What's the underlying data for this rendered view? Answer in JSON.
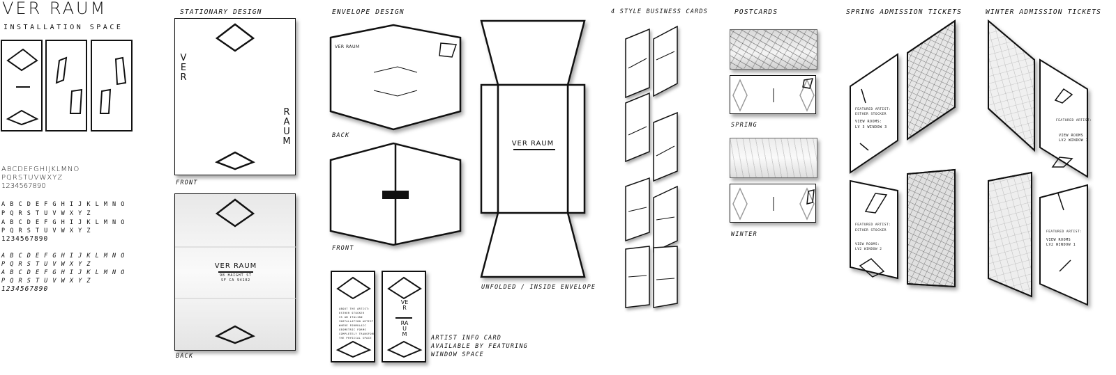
{
  "brand": {
    "title": "VER RAUM",
    "subtitle": "INSTALLATION SPACE"
  },
  "typography": {
    "display_line1": "ABCDEFGHIJKLMNO",
    "display_line2": "PQRSTUVWXYZ",
    "display_line3": "1234567890",
    "mono_line1": "A B C D E F G H I J K L M N O",
    "mono_line2": "P Q R S T U V W X Y Z",
    "mono_line3": "A B C D E F G H I J K L M N O",
    "mono_line4": "P Q R S T U V W X Y Z",
    "mono_line5": "1234567890",
    "italic_line1": "A B C D E F G H I J K L M N O",
    "italic_line2": "P Q R S T U V W X Y Z",
    "italic_line3": "A B C D E F G H I J K L M N O",
    "italic_line4": "P Q R S T U V W X Y Z",
    "italic_line5": "1234567890"
  },
  "sections": {
    "stationary": "STATIONARY DESIGN",
    "envelope": "ENVELOPE DESIGN",
    "business_cards": "4 STYLE BUSINESS CARDS",
    "postcards": "POSTCARDS",
    "spring_tickets": "SPRING ADMISSION TICKETS",
    "winter_tickets": "WINTER ADMISSION TICKETS"
  },
  "captions": {
    "front": "FRONT",
    "back": "BACK",
    "env_back": "BACK",
    "env_front": "FRONT",
    "unfolded": "UNFOLDED / INSIDE ENVELOPE",
    "artist_card_line1": "ARTIST INFO CARD",
    "artist_card_line2": "AVAILABLE BY FEATURING",
    "artist_card_line3": "WINDOW SPACE",
    "spring": "SPRING",
    "winter": "WINTER"
  },
  "stationary": {
    "front_word1": "VER",
    "front_word2": "RAUM",
    "back_title": "VER RAUM",
    "back_addr1": "98 HAIGHT ST",
    "back_addr2": "SF CA 94102"
  },
  "envelope": {
    "logo": "VER RAUM",
    "inside_title": "VER RAUM"
  },
  "tickets": {
    "spring_label": "SPRING ADMISSION",
    "winter_label": "WINTER ADMISSION",
    "featured": "FEATURED ARTIST:",
    "artist": "ESTHER STOCKER",
    "spring_rooms": "VIEW ROOMS:",
    "spring_rooms_val": "LV 3 WINDOW 3",
    "spring_rooms_val2": "LV2 WINDOW 2",
    "winter_rooms": "VIEW ROOMS",
    "winter_rooms_val": "LV2 WINDOW 1",
    "winter_rooms_val2": "LV2 WINDOW 1"
  }
}
